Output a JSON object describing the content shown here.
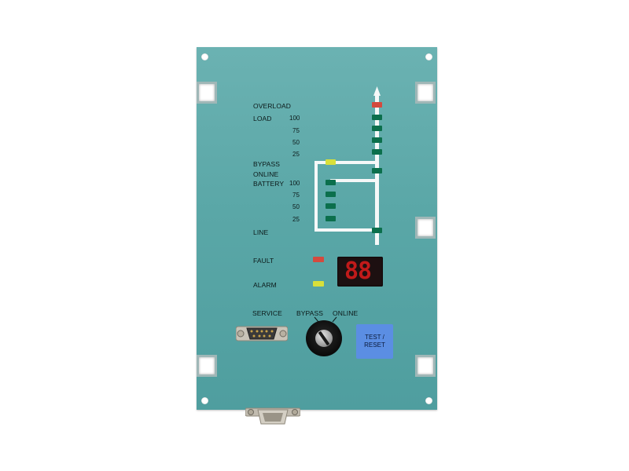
{
  "panel": {
    "labels": {
      "overload": "OVERLOAD",
      "load": "LOAD",
      "bypass": "BYPASS",
      "online": "ONLINE",
      "battery": "BATTERY",
      "line": "LINE",
      "fault": "FAULT",
      "alarm": "ALARM",
      "service": "SERVICE",
      "switch_bypass": "BYPASS",
      "switch_online": "ONLINE"
    },
    "load_scale": [
      "100",
      "75",
      "50",
      "25"
    ],
    "battery_scale": [
      "100",
      "75",
      "50",
      "25"
    ],
    "display_value": "88",
    "test_button": {
      "line1": "TEST /",
      "line2": "RESET"
    }
  },
  "colors": {
    "panel": "#5aa7a7",
    "led_green": "#0b6f4c",
    "led_red": "#d44a3e",
    "led_yellow": "#d8e03a",
    "display_red": "#c11a1a",
    "test_button": "#5b8ee3"
  },
  "icons": {
    "service_port": "db9-connector-icon",
    "key_switch": "key-switch-icon",
    "bottom_port": "db15-connector-icon"
  }
}
